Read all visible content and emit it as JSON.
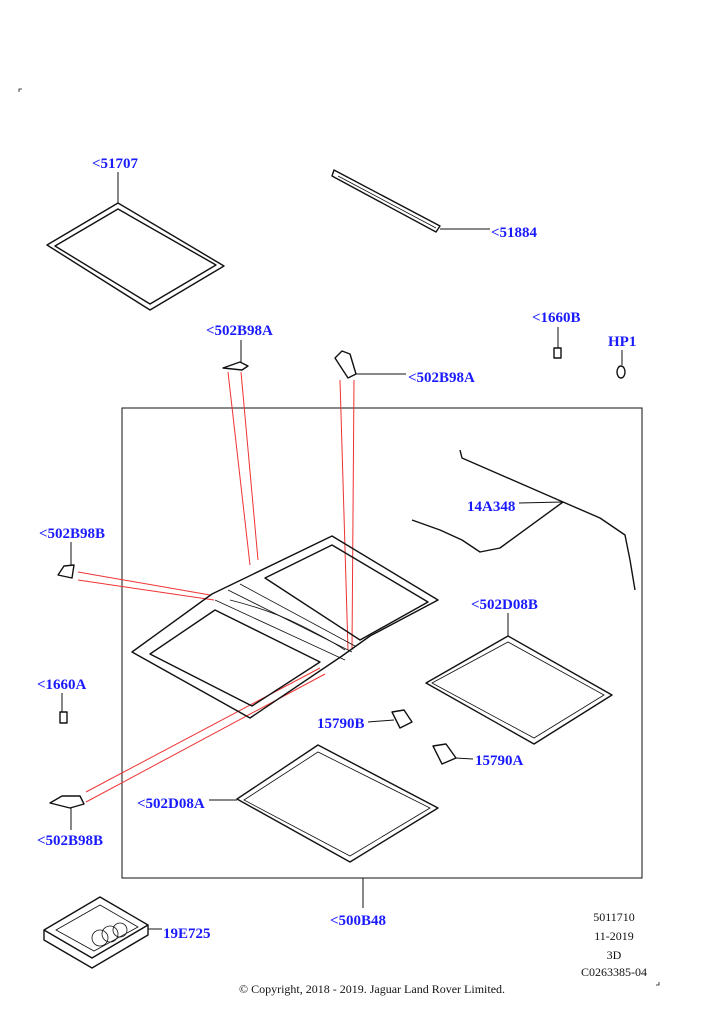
{
  "labels": {
    "l51707": "<51707",
    "l51884": "<51884",
    "l502B98A_1": "<502B98A",
    "l502B98A_2": "<502B98A",
    "l1660B": "<1660B",
    "lHP1": "HP1",
    "l14A348": "14A348",
    "l502B98B_1": "<502B98B",
    "l502D08B": "<502D08B",
    "l1660A": "<1660A",
    "l15790B": "15790B",
    "l15790A": "15790A",
    "l502D08A": "<502D08A",
    "l502B98B_2": "<502B98B",
    "l500B48": "<500B48",
    "l19E725": "19E725"
  },
  "meta": {
    "number": "5011710",
    "date": "11-2019",
    "view": "3D",
    "code": "C0263385-04"
  },
  "copyright": "© Copyright, 2018 - 2019. Jaguar Land Rover Limited.",
  "colors": {
    "label": "#1a1aff",
    "projection": "#ee3333"
  }
}
